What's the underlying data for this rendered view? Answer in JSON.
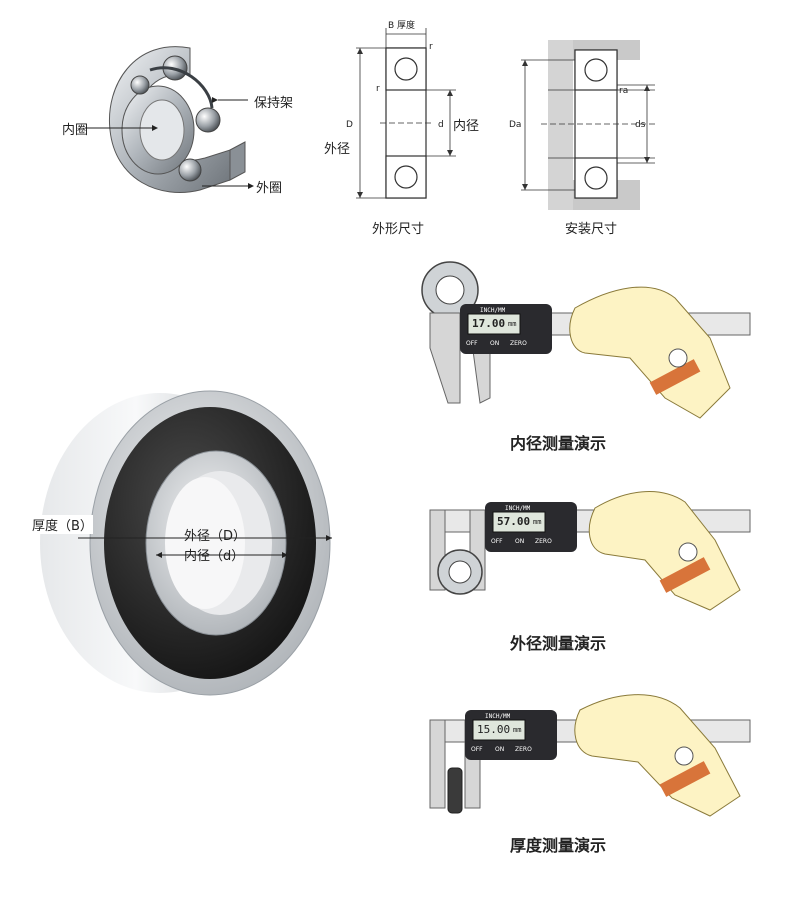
{
  "bearing_parts": {
    "inner_ring": "内圈",
    "cage": "保持架",
    "outer_ring": "外圈"
  },
  "outline_drawing": {
    "thickness_label": "B 厚度",
    "corner_r": "r",
    "corner_r_left": "r",
    "outer_symbol": "D",
    "outer_label": "外径",
    "inner_symbol": "d",
    "inner_label": "内径",
    "caption": "外形尺寸"
  },
  "mounting_drawing": {
    "housing_symbol": "Da",
    "fillet_symbol": "ra",
    "shaft_symbol": "ds",
    "caption": "安装尺寸"
  },
  "photo_labels": {
    "thickness": "厚度（B）",
    "outer": "外径（D）",
    "inner": "内径（d）"
  },
  "caliper_demos": [
    {
      "display": "17.00",
      "unit": "mm",
      "brand": "INCH/MM",
      "off": "OFF",
      "on": "ON",
      "zero": "ZERO",
      "caption": "内径测量演示"
    },
    {
      "display": "57.00",
      "unit": "mm",
      "brand": "INCH/MM",
      "off": "OFF",
      "on": "ON",
      "zero": "ZERO",
      "caption": "外径测量演示"
    },
    {
      "display": "15.00",
      "unit": "mm",
      "brand": "INCH/MM",
      "off": "OFF",
      "on": "ON",
      "zero": "ZERO",
      "caption": "厚度测量演示"
    }
  ],
  "colors": {
    "steel": "#c9cdd2",
    "rubber_seal": "#1e1e1e",
    "skin": "#fdf3c4",
    "watch_band": "#d8743a",
    "lcd": "#dfe6dc",
    "caliper_body": "#2a2a2e"
  }
}
